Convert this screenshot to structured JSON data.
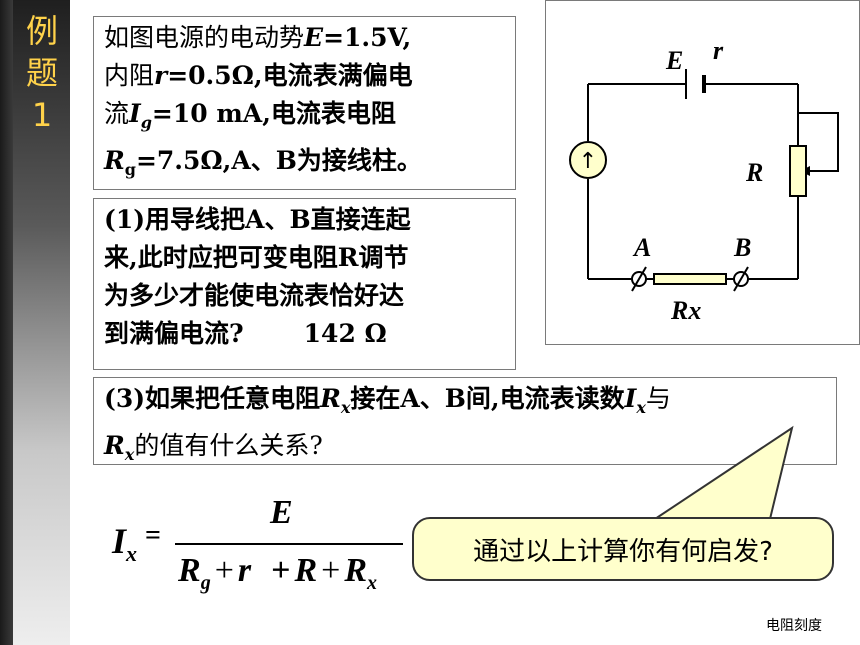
{
  "sidebar": {
    "label_1": "例",
    "label_2": "题",
    "label_3": "1"
  },
  "problem": {
    "line1_a": "如图电源的电动势",
    "line1_var": "E",
    "line1_b": "=1.5V,",
    "line2_a": "内阻",
    "line2_var": "r",
    "line2_b": "=0.5Ω,电流表满偏电",
    "line3_a": "流",
    "line3_var": "I",
    "line3_sub": "g",
    "line3_b": "=10 mA,电流表电阻",
    "line4_var": "R",
    "line4_sub": "g",
    "line4_b": "=7.5Ω,A、B为接线柱。"
  },
  "question1": {
    "line1": "(1)用导线把A、B直接连起",
    "line2": "来,此时应把可变电阻R调节",
    "line3": "为多少才能使电流表恰好达",
    "line4": "到满偏电流?",
    "answer": "142 Ω"
  },
  "question3": {
    "p1": "(3)如果把任意电阻",
    "var1": "R",
    "sub1": "x",
    "p2": "接在A、B间,电流表读数",
    "var2": "I",
    "sub2": "x",
    "p3": "与",
    "var3": "R",
    "sub3": "x",
    "p4": "的值有什么关系?"
  },
  "circuit": {
    "label_E": "E",
    "label_r": "r",
    "label_R": "R",
    "label_A": "A",
    "label_B": "B",
    "label_Rx": "Rx",
    "meter_symbol": "↑"
  },
  "formula": {
    "lhs_var": "I",
    "lhs_sub": "x",
    "equals": "=",
    "numerator": "E",
    "den_a": "R",
    "den_a_sub": "g",
    "den_plus1": "+",
    "den_b": "r",
    "den_plus2": "+",
    "den_c": "R",
    "den_plus3": "+",
    "den_d": "R",
    "den_d_sub": "x"
  },
  "callout": {
    "text": "通过以上计算你有何启发?"
  },
  "footer": {
    "text": "电阻刻度"
  }
}
